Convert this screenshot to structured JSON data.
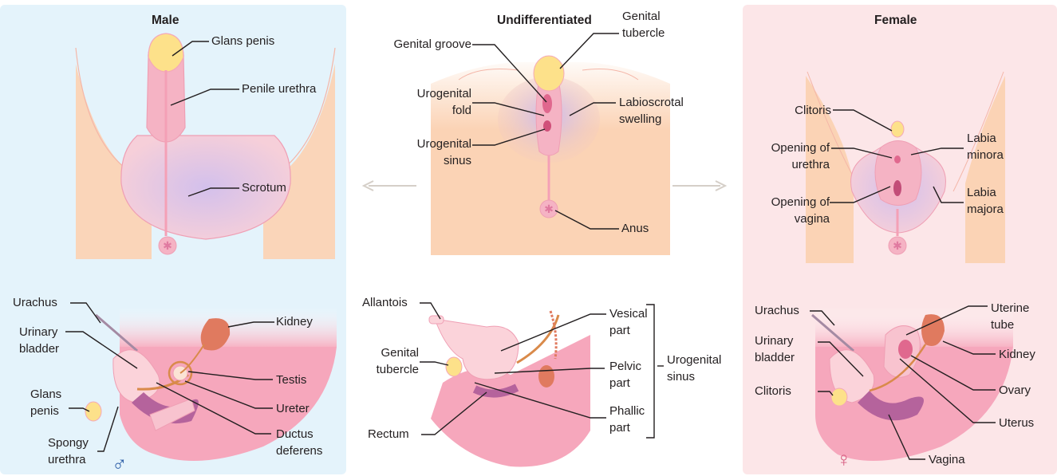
{
  "panels": {
    "male": {
      "title": "Male",
      "symbol": "♂",
      "top_labels": {
        "glans_penis": "Glans penis",
        "penile_urethra": "Penile urethra",
        "scrotum": "Scrotum"
      },
      "bottom_labels": {
        "urachus": "Urachus",
        "urinary_bladder_1": "Urinary",
        "urinary_bladder_2": "bladder",
        "glans_penis_1": "Glans",
        "glans_penis_2": "penis",
        "spongy_urethra_1": "Spongy",
        "spongy_urethra_2": "urethra",
        "kidney": "Kidney",
        "testis": "Testis",
        "ureter": "Ureter",
        "ductus_deferens_1": "Ductus",
        "ductus_deferens_2": "deferens"
      }
    },
    "undifferentiated": {
      "title": "Undifferentiated",
      "top_labels": {
        "genital_groove": "Genital groove",
        "genital_tubercle_1": "Genital",
        "genital_tubercle_2": "tubercle",
        "urogenital_fold_1": "Urogenital",
        "urogenital_fold_2": "fold",
        "labioscrotal_1": "Labioscrotal",
        "labioscrotal_2": "swelling",
        "urogenital_sinus_1": "Urogenital",
        "urogenital_sinus_2": "sinus",
        "anus": "Anus"
      },
      "bottom_labels": {
        "allantois": "Allantois",
        "genital_tubercle_1": "Genital",
        "genital_tubercle_2": "tubercle",
        "rectum": "Rectum",
        "vesical_1": "Vesical",
        "vesical_2": "part",
        "pelvic_1": "Pelvic",
        "pelvic_2": "part",
        "phallic_1": "Phallic",
        "phallic_2": "part",
        "bracket_1": "Urogenital",
        "bracket_2": "sinus"
      }
    },
    "female": {
      "title": "Female",
      "symbol": "♀",
      "top_labels": {
        "clitoris": "Clitoris",
        "opening_urethra_1": "Opening of",
        "opening_urethra_2": "urethra",
        "opening_vagina_1": "Opening of",
        "opening_vagina_2": "vagina",
        "labia_minora_1": "Labia",
        "labia_minora_2": "minora",
        "labia_majora_1": "Labia",
        "labia_majora_2": "majora"
      },
      "bottom_labels": {
        "urachus": "Urachus",
        "urinary_bladder_1": "Urinary",
        "urinary_bladder_2": "bladder",
        "clitoris": "Clitoris",
        "uterine_tube_1": "Uterine",
        "uterine_tube_2": "tube",
        "kidney": "Kidney",
        "ovary": "Ovary",
        "uterus": "Uterus",
        "vagina": "Vagina"
      }
    }
  },
  "colors": {
    "male_bg": "#e4f3fb",
    "female_bg": "#fce6e8",
    "skin": "#fbd6b8",
    "pink": "#f4b3c2",
    "tubercle": "#fde18a",
    "purple": "#d9c3ea",
    "organ_pink": "#f49ab2",
    "kidney": "#e07a5f",
    "leader": "#231f20",
    "arrow": "#d5cfc8"
  }
}
